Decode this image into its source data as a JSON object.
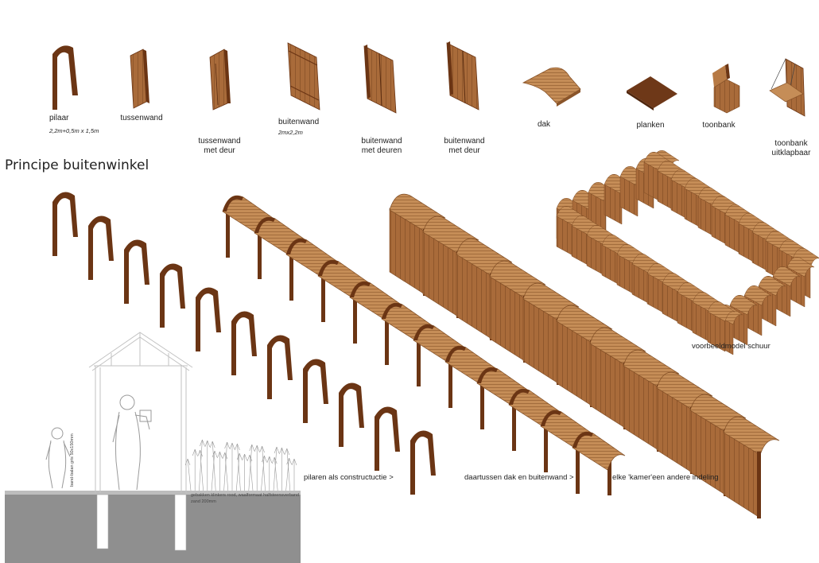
{
  "components": [
    {
      "name": "pilaar",
      "sub": "2,2m+0,5m x 1,5m"
    },
    {
      "name": "tussenwand",
      "sub": ""
    },
    {
      "name": "tussenwand\nmet deur",
      "sub": ""
    },
    {
      "name": "buitenwand",
      "sub": "2mx2,2m"
    },
    {
      "name": "buitenwand\nmet deuren",
      "sub": ""
    },
    {
      "name": "buitenwand\nmet deur",
      "sub": ""
    },
    {
      "name": "dak",
      "sub": ""
    },
    {
      "name": "planken",
      "sub": ""
    },
    {
      "name": "toonbank",
      "sub": ""
    },
    {
      "name": "toonbank\nuitklapbaar",
      "sub": ""
    }
  ],
  "section_title": "Principe buitenwinkel",
  "captions": {
    "pillars": "pilaren als constructuctie >",
    "roof_walls": "daartussen dak en buitenwand >",
    "rooms": "elke 'kamer'een andere indeling",
    "model": "voorbeeldmodel schuur"
  },
  "section_notes": {
    "beam": "band-balan gris 50x150mm",
    "paving": "gebakken klinkers rood, waalformaat halfsteensverband",
    "sand": "zand 200mm"
  },
  "colors": {
    "wood_dark": "#6b3514",
    "wood_mid": "#9a5a2c",
    "wood_light": "#c0864f",
    "ground": "#8f8f8f",
    "line": "#b9b9b9"
  }
}
